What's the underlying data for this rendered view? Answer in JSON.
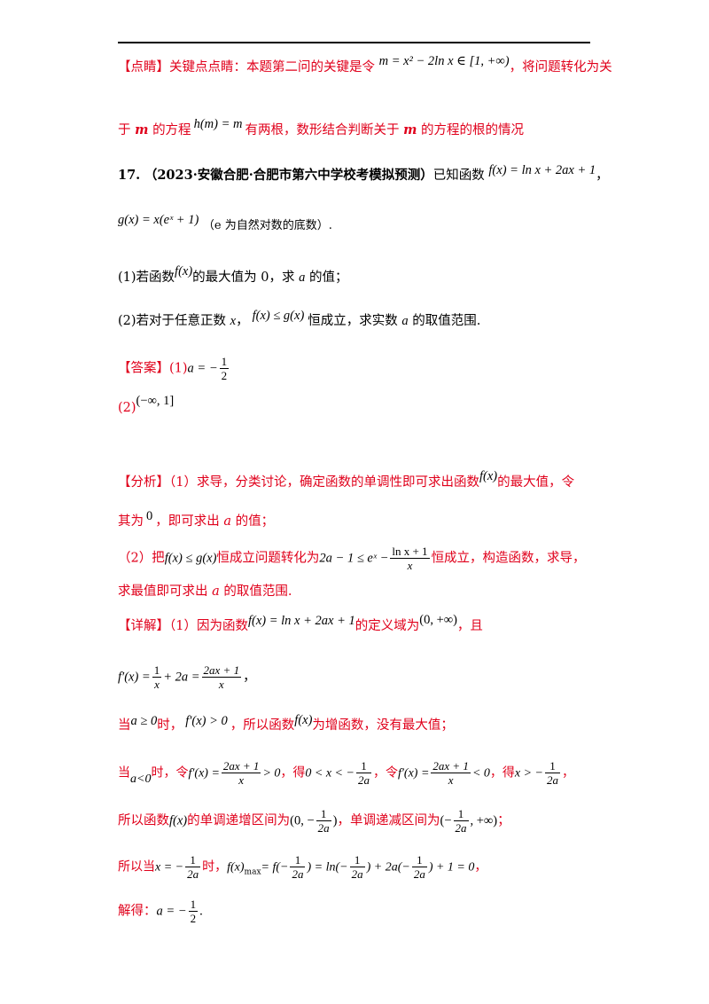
{
  "dianjing": {
    "tag": "【点睛】",
    "t1": "关键点点睛：本题第二问的关键是令",
    "m1": "m = x² − 2ln x ∈ [1, +∞)",
    "t2": "，将问题转化为关",
    "t3": "于",
    "mvar": "m",
    "t4": "的方程",
    "m2": "h(m) = m",
    "t5": "有两根，数形结合判断关于",
    "t6": "的方程的根的情况"
  },
  "problem": {
    "num": "17.",
    "source": "（2023·安徽合肥·合肥市第六中学校考模拟预测）",
    "t1": "已知函数",
    "f": "f(x) = ln x + 2ax + 1",
    "comma": "，",
    "g": "g(x) = x(eˣ + 1)",
    "gnote": "（e 为自然对数的底数）.",
    "q1a": "(1)若函数",
    "q1f": "f(x)",
    "q1b": "的最大值为 0，求",
    "q1c": "的值；",
    "q2a": "(2)若对于任意正数",
    "q2b": "，",
    "q2m": "f(x) ≤ g(x)",
    "q2c": "恒成立，求实数",
    "q2d": "的取值范围."
  },
  "answer": {
    "tag": "【答案】",
    "a1": "(1)",
    "a1m": "a = −",
    "a2": "(2)",
    "a2m": "(−∞, 1]"
  },
  "analysis": {
    "tag": "【分析】",
    "t1": "（1）求导，分类讨论，确定函数的单调性即可求出函数",
    "t1f": "f(x)",
    "t1b": "的最大值，令",
    "t2": "其为",
    "t2z": "0",
    "t2b": "，即可求出",
    "t2c": "的值；",
    "t3": "（2）把",
    "t3m": "f(x) ≤ g(x)",
    "t3b": "恒成立问题转化为",
    "t3m2": "2a − 1 ≤ eˣ −",
    "t3c": "恒成立，构造函数，求导，",
    "t4": "求最值即可求出",
    "t4b": "的取值范围."
  },
  "detail": {
    "tag": "【详解】",
    "t1": "（1）因为函数",
    "t1f": "f(x) = ln x + 2ax + 1",
    "t1b": "的定义域为",
    "t1d": "(0, +∞)",
    "t1c": "，且",
    "deriv": "f′(x) =",
    "deriv_mid": "+ 2a =",
    "deriv_end": "，",
    "c1a": "当",
    "c1m": "a ≥ 0",
    "c1b": "时，",
    "c1m2": "f′(x) > 0",
    "c1c": "，所以函数",
    "c1f": "f(x)",
    "c1d": "为增函数，没有最大值；",
    "c2a": "当",
    "c2m": "a<0",
    "c2b": "时，令",
    "c2m1": "f′(x) =",
    "c2m1b": "> 0",
    "c2c": "，得",
    "c2m2": "0 < x < −",
    "c2d": "，令",
    "c2m3": "f′(x) =",
    "c2m3b": "< 0",
    "c2e": "，得",
    "c2m4": "x > −",
    "c2f": "，",
    "c3a": "所以函数",
    "c3f": "f(x)",
    "c3b": "的单调递增区间为",
    "c3m": "(0, −",
    "c3m_end": ")",
    "c3c": "，单调递减区间为",
    "c3m2": "(−",
    "c3m2_end": ", +∞)",
    "c3d": "；",
    "c4a": "所以当",
    "c4m": "x = −",
    "c4b": "时，",
    "c4m2": "f(x)",
    "c4max": "max",
    "c4m3": "= f(−",
    "c4m4": ") = ln(−",
    "c4m5": ") + 2a(−",
    "c4m6": ") + 1 = 0",
    "c4c": "，",
    "c5a": "解得：",
    "c5m": "a = −",
    "c5end": "."
  },
  "fracs": {
    "one": "1",
    "two": "2",
    "x": "x",
    "twoa": "2a",
    "num2ax1": "2ax + 1",
    "lnx1": "ln x + 1"
  }
}
